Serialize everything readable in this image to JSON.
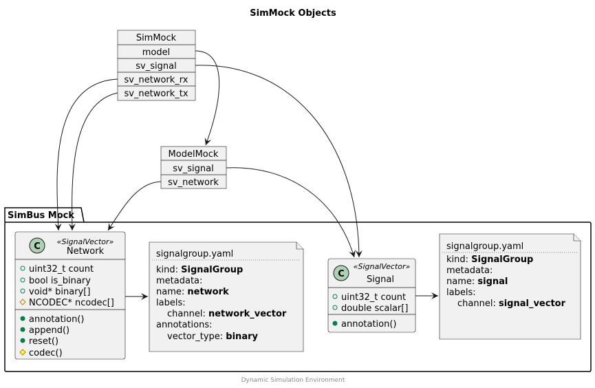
{
  "title": "SimMock Objects",
  "footer": "Dynamic Simulation Environment",
  "simmock": {
    "name": "SimMock",
    "fields": [
      "model",
      "sv_signal",
      "sv_network_rx",
      "sv_network_tx"
    ]
  },
  "modelmock": {
    "name": "ModelMock",
    "fields": [
      "sv_signal",
      "sv_network"
    ]
  },
  "package": {
    "label": "SimBus Mock"
  },
  "network_class": {
    "circle": "C",
    "stereotype": "«SignalVector»",
    "name": "Network",
    "attributes": [
      {
        "vis": "+",
        "text": "uint32_t count"
      },
      {
        "vis": "+",
        "text": "bool is_binary"
      },
      {
        "vis": "+",
        "text": "void* binary[]"
      },
      {
        "vis": "#",
        "text": "NCODEC* ncodec[]"
      }
    ],
    "methods": [
      {
        "vis": "+",
        "text": "annotation()"
      },
      {
        "vis": "+",
        "text": "append()"
      },
      {
        "vis": "+",
        "text": "reset()"
      },
      {
        "vis": "#",
        "text": "codec()"
      }
    ]
  },
  "signal_class": {
    "circle": "C",
    "stereotype": "«SignalVector»",
    "name": "Signal",
    "attributes": [
      {
        "vis": "+",
        "text": "uint32_t count"
      },
      {
        "vis": "+",
        "text": "double scalar[]"
      }
    ],
    "methods": [
      {
        "vis": "+",
        "text": "annotation()"
      }
    ]
  },
  "network_note": {
    "header": "signalgroup.yaml",
    "kind_label": "kind: ",
    "kind_value": "SignalGroup",
    "metadata_label": "metadata:",
    "name_label": "name: ",
    "name_value": "network",
    "labels_label": "labels:",
    "channel_label": "channel: ",
    "channel_value": "network_vector",
    "annotations_label": "annotations:",
    "vtype_label": "vector_type: ",
    "vtype_value": "binary"
  },
  "signal_note": {
    "header": "signalgroup.yaml",
    "kind_label": "kind: ",
    "kind_value": "SignalGroup",
    "metadata_label": "metadata:",
    "name_label": "name: ",
    "name_value": "signal",
    "labels_label": "labels:",
    "channel_label": "channel: ",
    "channel_value": "signal_vector"
  },
  "colors": {
    "box_fill": "#f1f1f1",
    "circle_fill": "#add1b2",
    "public_vis": "#038048",
    "protected_vis": "#ffff44"
  }
}
